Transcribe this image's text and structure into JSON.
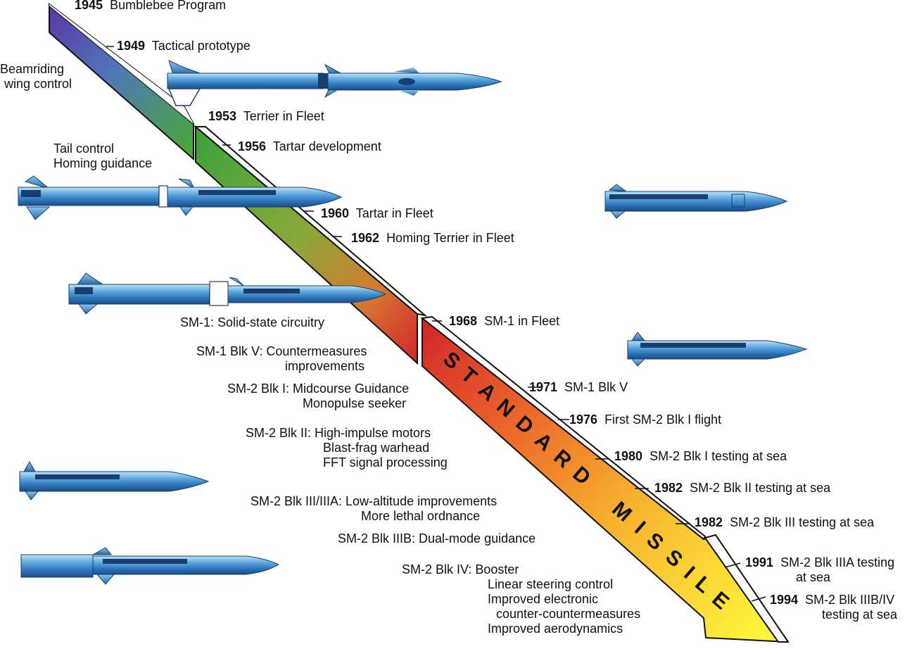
{
  "timeline": [
    {
      "year": "1945",
      "event": "Bumblebee Program"
    },
    {
      "year": "1949",
      "event": "Tactical prototype"
    },
    {
      "year": "1953",
      "event": "Terrier in Fleet"
    },
    {
      "year": "1956",
      "event": "Tartar development"
    },
    {
      "year": "1960",
      "event": "Tartar in Fleet"
    },
    {
      "year": "1962",
      "event": "Homing Terrier in Fleet"
    },
    {
      "year": "1968",
      "event": "SM-1 in Fleet"
    },
    {
      "year": "1971",
      "event": "SM-1 Blk V"
    },
    {
      "year": "1976",
      "event": "First SM-2 Blk I flight"
    },
    {
      "year": "1980",
      "event": "SM-2 Blk I testing at sea"
    },
    {
      "year": "1982",
      "event": "SM-2 Blk II testing at sea"
    },
    {
      "year": "1982",
      "event": "SM-2 Blk III testing at sea"
    },
    {
      "year": "1991",
      "event": "SM-2 Blk IIIA testing",
      "event2": "at sea"
    },
    {
      "year": "1994",
      "event": "SM-2 Blk IIIB/IV",
      "event2": "testing at sea"
    }
  ],
  "features": [
    {
      "line1": "Beamriding",
      "line2": "wing control"
    },
    {
      "line1": "Tail control",
      "line2": "Homing guidance"
    },
    {
      "line1": "SM-1: Solid-state circuitry"
    },
    {
      "line1": "SM-1 Blk V: Countermeasures",
      "line2": "improvements"
    },
    {
      "line1": "SM-2 Blk I: Midcourse Guidance",
      "line2": "Monopulse seeker"
    },
    {
      "line1": "SM-2 Blk II: High-impulse motors",
      "line2": "Blast-frag warhead",
      "line3": "FFT signal processing"
    },
    {
      "line1": "SM-2 Blk III/IIIA: Low-altitude improvements",
      "line2": "More lethal ordnance"
    },
    {
      "line1": "SM-2 Blk IIIB: Dual-mode guidance"
    },
    {
      "line1": "SM-2 Blk IV: Booster",
      "line2": "Linear steering control",
      "line3": "Improved electronic",
      "line4": "counter-countermeasures",
      "line5": "Improved aerodynamics"
    }
  ],
  "arrow_label": "STANDARD MISSILE",
  "colors": {
    "band_start": "#5b3aa8",
    "band_green": "#49a63a",
    "band_red": "#d4262f",
    "band_orange": "#ef7e2a",
    "band_yellow": "#fff23a",
    "missile_body": "#3f8fd0",
    "missile_dark": "#1c4f86"
  }
}
